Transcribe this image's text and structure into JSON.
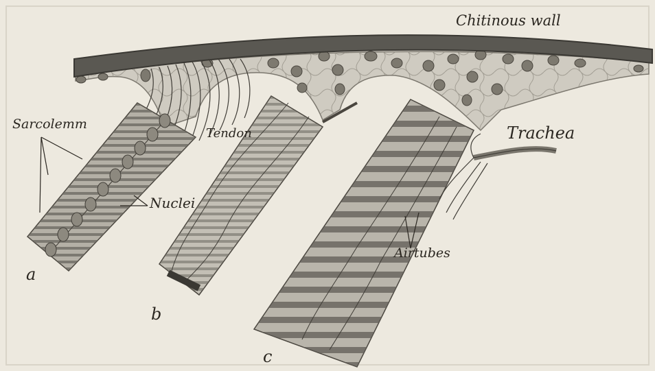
{
  "figure": {
    "labels": {
      "chitinous_wall": "Chitinous wall",
      "sarcolemm": "Sarcolemm",
      "tendon": "Tendon",
      "trachea": "Trachea",
      "nuclei": "Nuclei",
      "airtubes": "Airtubes",
      "a": "a",
      "b": "b",
      "c": "c"
    },
    "colors": {
      "paper": "#ede9df",
      "ink": "#2a2620",
      "wall": "#5a5852",
      "tissue": "#cfcbc1",
      "muscle": "#b4b0a6",
      "band": "#5f5c56"
    }
  }
}
